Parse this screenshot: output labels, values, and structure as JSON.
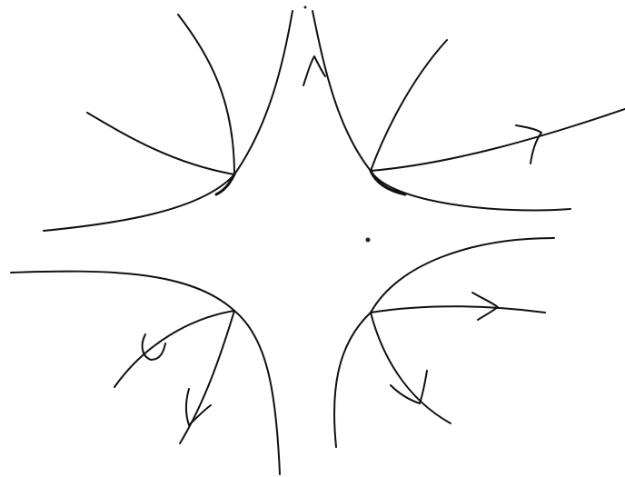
{
  "diagram": {
    "kind": "hand-drawn phase portrait sketch",
    "ink_color": "#111111",
    "background_color": "#ffffff",
    "text_labels": [],
    "structure": {
      "clusters": 4,
      "curves": 12,
      "arrows": 6,
      "arrow_directions": {
        "top_center": "up",
        "upper_right": "right",
        "right_middle": "right",
        "lower_right": "down",
        "lower_left_a": "down",
        "lower_left_b": "down"
      }
    }
  }
}
